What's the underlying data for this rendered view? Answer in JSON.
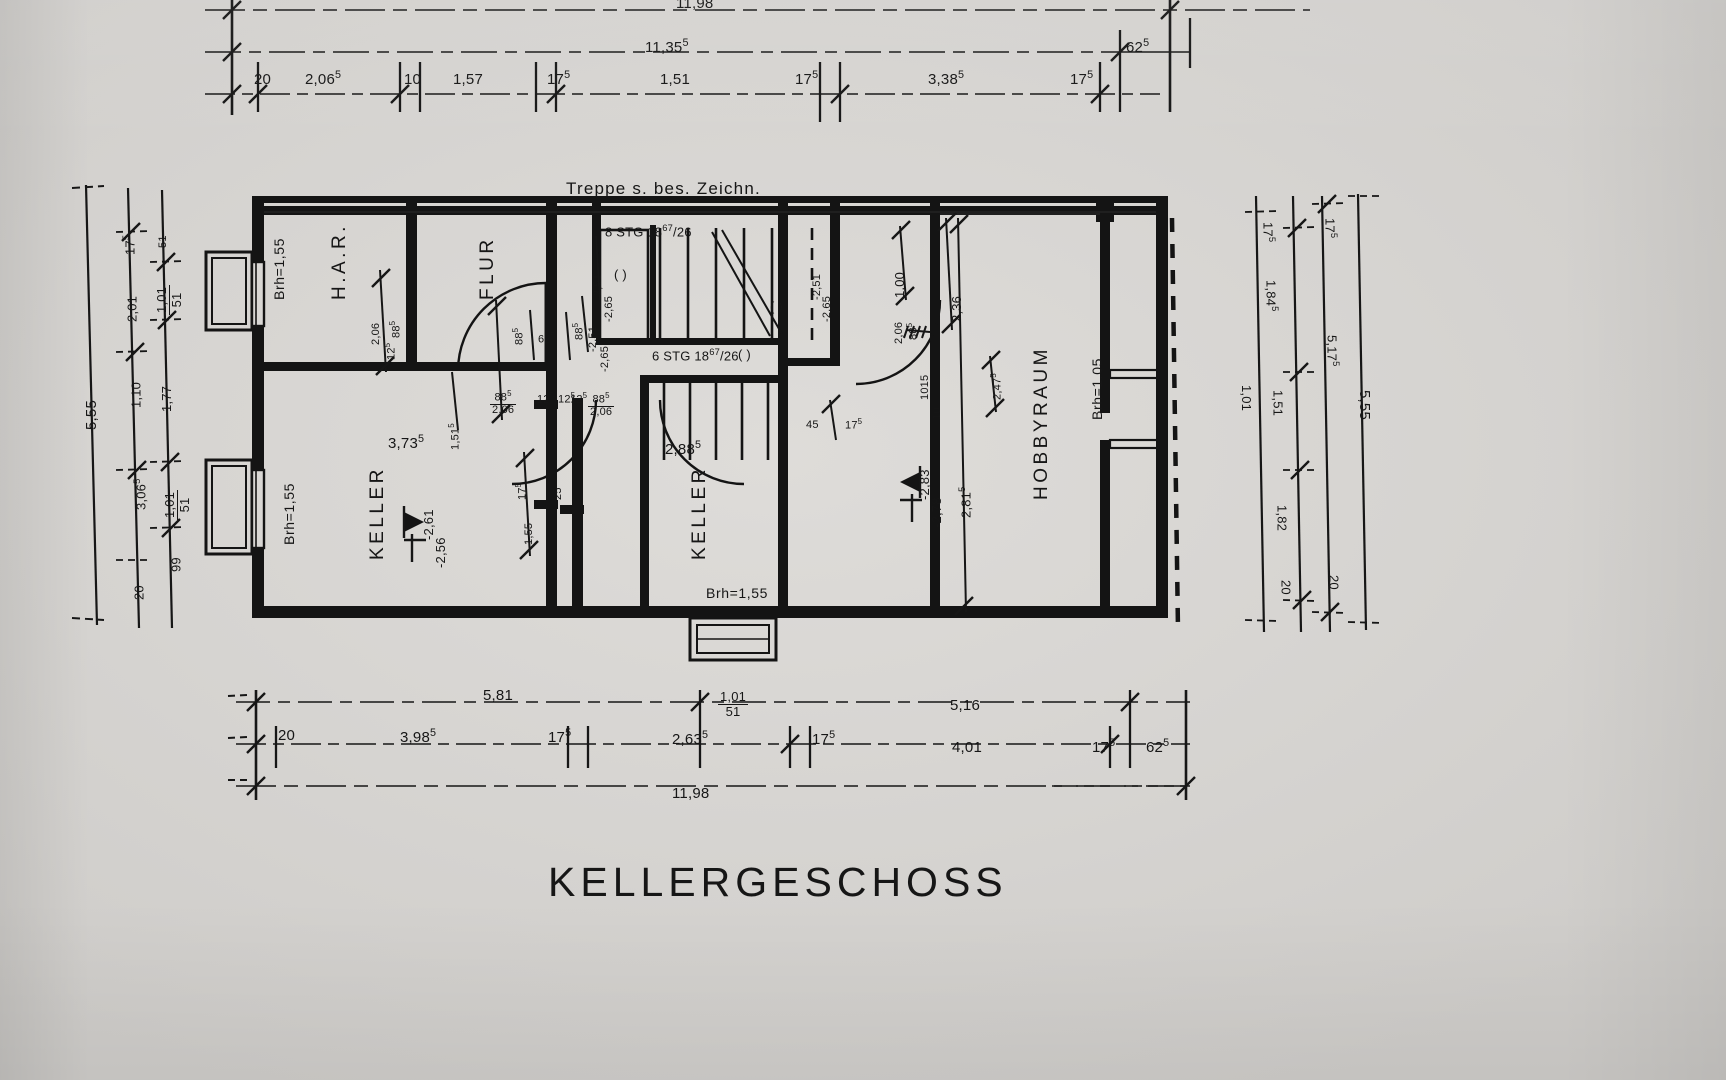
{
  "drawing": {
    "title": "KELLERGESCHOSS",
    "stair_note_top": "Treppe s. bes. Zeichn.",
    "stair_upper_run": "8 STG  18",
    "stair_upper_run_sup": "67",
    "stair_upper_run_tail": "/26",
    "stair_lower_run": "6 STG  18",
    "stair_lower_run_sup": "67",
    "stair_lower_run_tail": "/26",
    "paren_mark_1": "( )",
    "paren_mark_2": "( )",
    "paren_mark_3": "( )"
  },
  "rooms": [
    {
      "name": "H.A.R.",
      "label": "H.A.R."
    },
    {
      "name": "FLUR",
      "label": "FLUR"
    },
    {
      "name": "KELLER",
      "label": "KELLER"
    },
    {
      "name": "KELLER-2",
      "label": "KELLER"
    },
    {
      "name": "HOBBYRAUM",
      "label": "HOBBYRAUM"
    }
  ],
  "parapet_labels": {
    "har": "Brh=1,55",
    "keller_left": "Brh=1,55",
    "keller_bottom": "Brh=1,55",
    "hobbyraum": "Brh=1,05"
  },
  "floor_levels": {
    "keller_left_top": "-2,61",
    "keller_left_bottom": "-2,56",
    "hobbyraum_top": "-2,83",
    "hobbyraum_bottom": "-2,78"
  },
  "dim_chains": {
    "top_outer": {
      "label": "11,98"
    },
    "top_second": {
      "label": "11,35",
      "sup": "5"
    },
    "top_second_right": {
      "label": "62",
      "sup": "5"
    },
    "top_inner": [
      {
        "v": "20",
        "sup": ""
      },
      {
        "v": "2,06",
        "sup": "5"
      },
      {
        "v": "10",
        "sup": ""
      },
      {
        "v": "1,57",
        "sup": ""
      },
      {
        "v": "17",
        "sup": "5"
      },
      {
        "v": "1,51",
        "sup": ""
      },
      {
        "v": "17",
        "sup": "5"
      },
      {
        "v": "3,38",
        "sup": "5"
      },
      {
        "v": "17",
        "sup": "5"
      }
    ],
    "left_outer": {
      "label": "5,55"
    },
    "left_mid": [
      {
        "v": "17",
        "sup": "5"
      },
      {
        "v": "2,01",
        "sup": ""
      },
      {
        "v": "1,10",
        "sup": ""
      },
      {
        "v": "3,06",
        "sup": "5"
      },
      {
        "v": "99",
        "sup": ""
      },
      {
        "v": "20",
        "sup": ""
      }
    ],
    "left_inner": [
      {
        "num": "1,01",
        "den": "51"
      },
      {
        "num": "1,01",
        "den": "51"
      }
    ],
    "left_inner_misc": [
      {
        "v": "1,77",
        "sup": ""
      },
      {
        "v": "51",
        "sup": ""
      }
    ],
    "right_outer": {
      "label": "5,55"
    },
    "right_mid": [
      {
        "v": "17",
        "sup": "5"
      },
      {
        "v": "5,17",
        "sup": "5"
      },
      {
        "v": "20",
        "sup": ""
      }
    ],
    "right_inner": [
      {
        "v": "17",
        "sup": "5"
      },
      {
        "v": "1,84",
        "sup": "5"
      },
      {
        "v": "1,51",
        "sup": ""
      },
      {
        "v": "1,82",
        "sup": ""
      },
      {
        "v": "20",
        "sup": ""
      }
    ],
    "right_innermost": [
      {
        "v": "1,01",
        "sup": ""
      }
    ],
    "bottom_upper": [
      {
        "v": "5,81",
        "sup": ""
      },
      {
        "num": "1,01",
        "den": "51"
      },
      {
        "v": "5,16",
        "sup": ""
      }
    ],
    "bottom_lower": [
      {
        "v": "20",
        "sup": ""
      },
      {
        "v": "3,98",
        "sup": "5"
      },
      {
        "v": "17",
        "sup": "5"
      },
      {
        "v": "2,63",
        "sup": "5"
      },
      {
        "v": "17",
        "sup": "5"
      },
      {
        "v": "4,01",
        "sup": ""
      },
      {
        "v": "17",
        "sup": "5"
      },
      {
        "v": "62",
        "sup": "5"
      }
    ],
    "bottom_outer": {
      "label": "11,98"
    }
  },
  "interior_dims": {
    "har_door_w": "88",
    "har_door_w_sup": "5",
    "har_door_h": "2,06",
    "har_wall_2_06": "2,06",
    "har_wall_12_5": "12",
    "har_wall_12_5_sup": "5",
    "flur_62_5": "62",
    "flur_62_5_sup": "5",
    "flur_88_5": "88",
    "flur_88_5_sup": "5",
    "keller_3_73": "3,73",
    "keller_3_73_sup": "5",
    "keller_1_51": "1,51",
    "keller_1_51_sup": "5",
    "keller_2_88": "2,88",
    "keller_2_88_sup": "5",
    "keller_1_55": "1,55",
    "keller_17_5": "17",
    "keller_17_5_sup": "5",
    "keller_25": "25",
    "door_88_206_a_num": "88",
    "door_88_206_a_sup": "5",
    "door_88_206_a_den": "2,06",
    "door_88_206_b_num": "88",
    "door_88_206_b_sup": "5",
    "door_88_206_b_den": "2,06",
    "door_12_5_a": "12",
    "door_12_5_a_sup": "5",
    "door_12_5_b": "12",
    "door_12_5_b_sup": "5",
    "door_12_5_c": "12",
    "door_12_5_c_sup": "5",
    "door_12_5_d": "12",
    "door_12_5_d_sup": "5",
    "stair_88_251": "-2,51",
    "stair_265": "-2,65",
    "hobby_1_00": "1,00",
    "hobby_2_36": "2,36",
    "hobby_2_81": "2,81",
    "hobby_2_81_sup": "5",
    "hobby_2_06": "2,06",
    "hobby_88_5": "88",
    "hobby_88_5_sup": "5",
    "hobby_1015": "1015",
    "hobby_10": "10",
    "hobby_2_47": "2,47",
    "hobby_2_47_sup": "5",
    "mid_45": "45",
    "mid_17_5": "17",
    "mid_17_5_sup": "5",
    "mid_1_55": "1,55",
    "mid_2_51": "-2,51",
    "mid_2_65": "-2,65"
  },
  "colors": {
    "ink": "#161616",
    "paper": "#d9d7d4",
    "wall": "#111111"
  }
}
